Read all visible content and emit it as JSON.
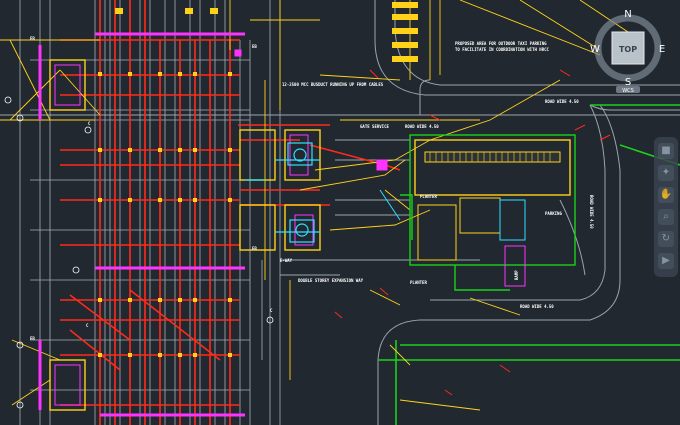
{
  "viewcube": {
    "north": "N",
    "south": "S",
    "east": "E",
    "west": "W",
    "face": "TOP",
    "ucs": "WCS"
  },
  "navbar": {
    "items": [
      "■",
      "✦",
      "✋",
      "⌕",
      "↻",
      "▶"
    ]
  },
  "annotations": {
    "note_top": "PROPOSED AREA FOR OUTDOOR TAXI PARKING",
    "note_top2": "TO FACILITATE IN COORDINATION WITH NRCC",
    "bus_label": "12-2500 MCC BUSDUCT RUNNING UP FROM CABLES",
    "road1": "ROAD WIDE 4.50",
    "road2": "ROAD WIDE 4.50",
    "road3": "ROAD WIDE 4.50",
    "road4": "ROAD WIDE 4.50",
    "planter1": "PLANTER",
    "planter2": "PLANTER",
    "parking": "PARKING",
    "gate": "GATE SERVICE",
    "eway": "E-WAY",
    "ramp": "RAMP",
    "cross": "DOUBLE STOREY EXPANSION WAY",
    "col1": "C",
    "col2": "C",
    "col3": "C",
    "tag1": "EB",
    "tag2": "EB",
    "tag3": "EB",
    "tag4": "EB"
  }
}
